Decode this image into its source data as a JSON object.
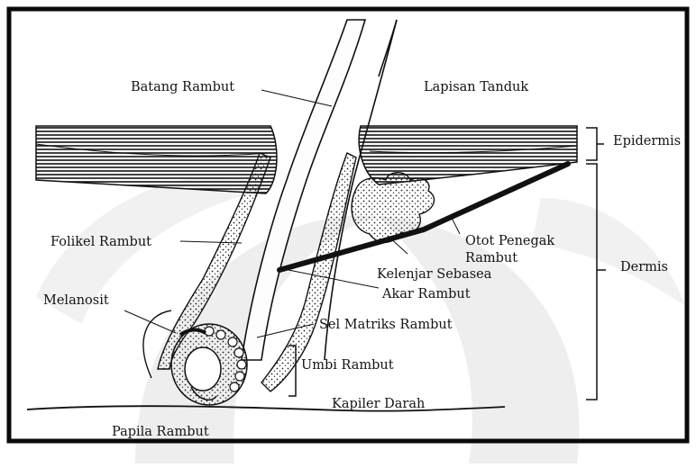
{
  "diagram": {
    "labels": {
      "batang_rambut": "Batang Rambut",
      "lapisan_tanduk": "Lapisan Tanduk",
      "epidermis": "Epidermis",
      "dermis": "Dermis",
      "folikel_rambut": "Folikel Rambut",
      "otot_penegak_line1": "Otot Penegak",
      "otot_penegak_line2": "Rambut",
      "kelenjar_sebasea": "Kelenjar Sebasea",
      "akar_rambut": "Akar Rambut",
      "melanosit": "Melanosit",
      "sel_matriks_rambut": "Sel Matriks Rambut",
      "umbi_rambut": "Umbi Rambut",
      "kapiler_darah": "Kapiler Darah",
      "papila_rambut": "Papila Rambut"
    },
    "colors": {
      "frame": "#0a0a0a",
      "ink": "#1a1a1a",
      "watermark": "#e6e6e6"
    }
  }
}
